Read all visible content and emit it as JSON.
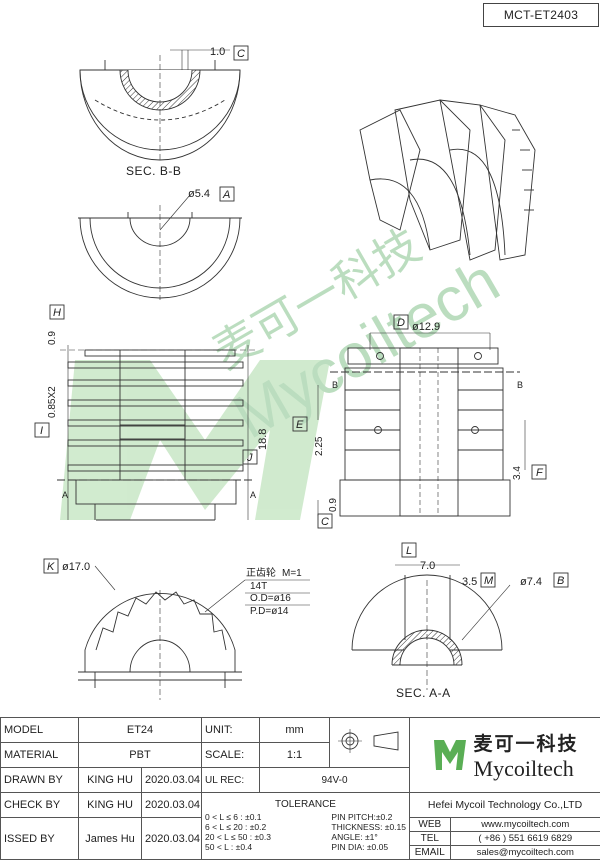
{
  "drawing_code": "MCT-ET2403",
  "views": {
    "sec_bb": {
      "title": "SEC. B-B",
      "dim": "1.0",
      "ref": "C"
    },
    "top_half": {
      "dim": "ø5.4",
      "ref": "A"
    },
    "front": {
      "h_ref": "H",
      "h_dim": "0.9",
      "pitch": "0.85X2",
      "i_ref": "I",
      "j_ref": "J",
      "height": "18.8",
      "sec": "A"
    },
    "side": {
      "d_ref": "D",
      "d_dim": "ø12.9",
      "e_ref": "E",
      "e_dim": "2.25",
      "c_ref": "C",
      "c_dim": "0.9",
      "f_ref": "F",
      "f_dim": "3.4",
      "sec": "B"
    },
    "gear": {
      "k_ref": "K",
      "dia": "ø17.0",
      "title": "正齿轮",
      "module": "M=1",
      "teeth": "14T",
      "od": "O.D=ø16",
      "pd": "P.D=ø14"
    },
    "sec_aa": {
      "title": "SEC. A-A",
      "l_ref": "L",
      "l_dim": "7.0",
      "m_ref": "M",
      "m_dim": "3.5",
      "b_ref": "B",
      "b_dim": "ø7.4"
    }
  },
  "watermark": {
    "cn": "麦可一科技",
    "en": "Mycoiltech"
  },
  "title_block": {
    "model_label": "MODEL",
    "model": "ET24",
    "material_label": "MATERIAL",
    "material": "PBT",
    "drawn_label": "DRAWN BY",
    "drawn_by": "KING HU",
    "drawn_date": "2020.03.04",
    "check_label": "CHECK BY",
    "check_by": "KING HU",
    "check_date": "2020.03.04",
    "issued_label": "ISSED BY",
    "issued_by": "James Hu",
    "issued_date": "2020.03.04",
    "unit_label": "UNIT:",
    "unit": "mm",
    "scale_label": "SCALE:",
    "scale": "1:1",
    "ul_label": "UL REC:",
    "ul": "94V-0",
    "tolerance_label": "TOLERANCE",
    "tol_left": [
      "0 < L ≤ 6 :  ±0.1",
      "6 < L ≤ 20 :  ±0.2",
      "20 < L ≤ 50 :  ±0.3",
      "50 < L :  ±0.4"
    ],
    "tol_right": [
      "PIN PITCH:±0.2",
      "THICKNESS:  ±0.15",
      "ANGLE:  ±1°",
      "PIN DIA:  ±0.05"
    ],
    "company_cn": "麦可一科技",
    "company_en": "Mycoiltech",
    "company_full": "Hefei Mycoil Technology Co.,LTD",
    "web_label": "WEB",
    "web": "www.mycoiltech.com",
    "tel_label": "TEL",
    "tel": "( +86 ) 551 6619 6829",
    "email_label": "EMAIL",
    "email": "sales@mycoiltech.com"
  }
}
